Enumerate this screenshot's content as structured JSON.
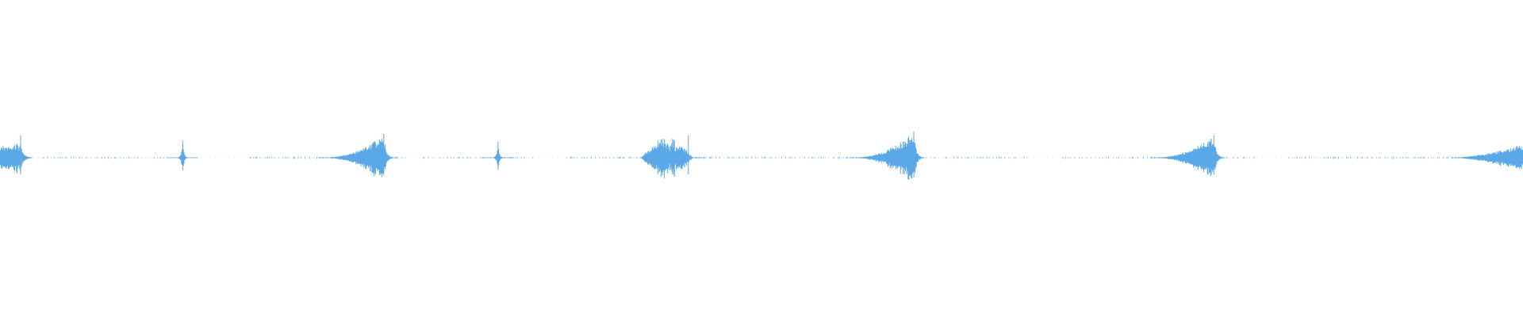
{
  "waveform": {
    "color": "#5aa9e6",
    "background": "#ffffff",
    "bursts": [
      {
        "position": 0.0,
        "peak": 0.56,
        "kind": "decay"
      },
      {
        "position": 0.12,
        "peak": 0.42,
        "kind": "spike"
      },
      {
        "position": 0.252,
        "peak": 0.6,
        "kind": "swell"
      },
      {
        "position": 0.327,
        "peak": 0.4,
        "kind": "spike"
      },
      {
        "position": 0.452,
        "peak": 0.56,
        "kind": "cluster"
      },
      {
        "position": 0.6,
        "peak": 0.66,
        "kind": "swell"
      },
      {
        "position": 0.797,
        "peak": 0.56,
        "kind": "swell"
      },
      {
        "position": 1.0,
        "peak": 0.34,
        "kind": "swell"
      }
    ],
    "noise_segments": [
      {
        "from": 0.025,
        "to": 0.108
      },
      {
        "from": 0.164,
        "to": 0.268
      },
      {
        "from": 0.278,
        "to": 0.352
      },
      {
        "from": 0.372,
        "to": 0.592
      },
      {
        "from": 0.604,
        "to": 0.676
      },
      {
        "from": 0.698,
        "to": 0.826
      },
      {
        "from": 0.846,
        "to": 0.965
      }
    ]
  }
}
